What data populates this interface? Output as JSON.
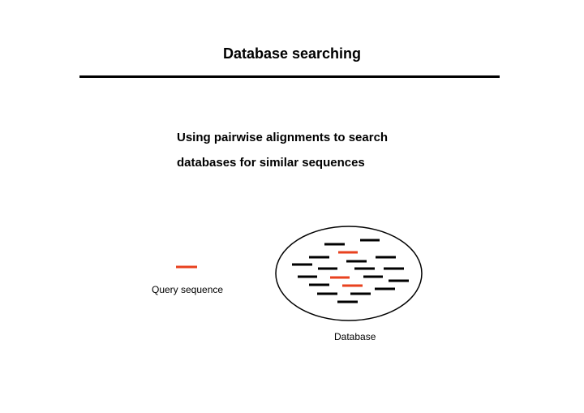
{
  "slide": {
    "title": "Database searching",
    "subtitle_line1": "Using pairwise alignments to search",
    "subtitle_line2": "databases for similar sequences"
  },
  "diagram": {
    "query_label": "Query sequence",
    "database_label": "Database",
    "colors": {
      "query": "#e8411e",
      "match": "#e8411e",
      "sequence": "#000000",
      "ellipse_stroke": "#000000"
    }
  }
}
